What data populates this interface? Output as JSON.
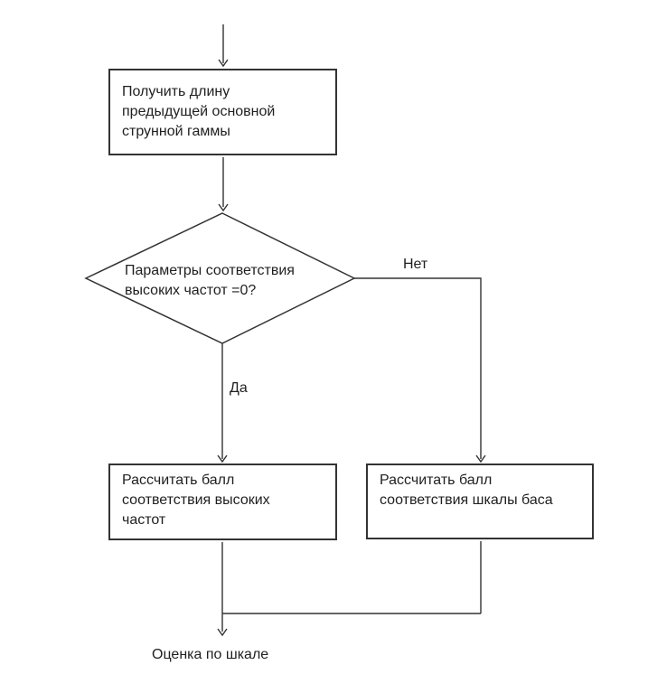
{
  "colors": {
    "ink": "#333333",
    "text": "#1f1f1f",
    "background": "#ffffff"
  },
  "flowchart": {
    "start_box": {
      "line1": "Получить длину",
      "line2": "предыдущей основной",
      "line3": "струнной гаммы"
    },
    "decision": {
      "line1": "Параметры соответствия",
      "line2": "высоких частот =0?"
    },
    "no_label": "Нет",
    "yes_label": "Да",
    "high_box": {
      "line1": "Рассчитать балл",
      "line2": "соответствия высоких",
      "line3": "частот"
    },
    "bass_box": {
      "line1": "Рассчитать балл",
      "line2": "соответствия шкалы баса"
    },
    "output_label": "Оценка по шкале"
  }
}
